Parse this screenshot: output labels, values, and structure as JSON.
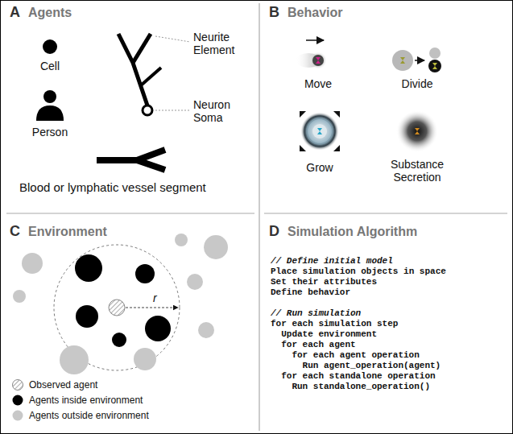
{
  "diagram": {
    "nodes": [
      {
        "text": [
          "A",
          "Agents"
        ]
      },
      {
        "text": [
          "B",
          "Behavior"
        ]
      },
      {
        "text": [
          "C",
          "Environment"
        ]
      },
      {
        "text": [
          "D",
          "Simulation Algorithm"
        ]
      }
    ],
    "labels": [
      "Neurite Element",
      "Cell",
      "Person",
      "Neuron Soma",
      "Blood or lymphatic vessel segment",
      "Move",
      "Divide",
      "Grow",
      "Substance Secretion",
      "r",
      "// Define initial model",
      "Place simulation objects in space",
      "Set their attributes",
      "Define behavior",
      "// Run simulation",
      "for each simulation step",
      "Update environment",
      "for each agent",
      "for each agent operation",
      "Run agent_operation(agent)",
      "for each standalone operation",
      "Run standalone_operation()"
    ],
    "legend": [
      {
        "text": "Observed agent"
      },
      {
        "text": "Agents inside environment",
        "color": "#000000"
      },
      {
        "text": "Agents outside environment",
        "color": "#c8c8c8"
      }
    ]
  }
}
